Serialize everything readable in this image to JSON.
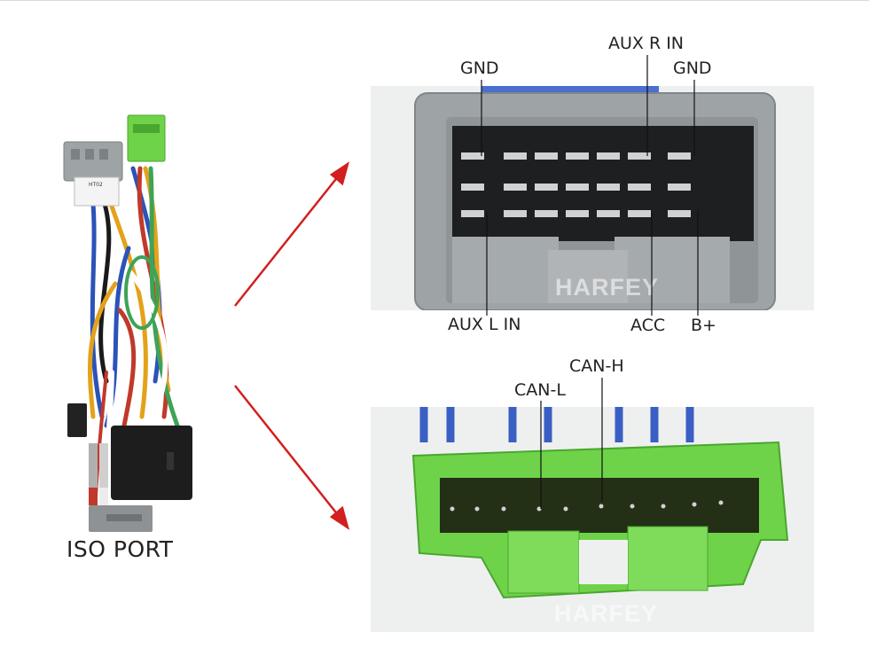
{
  "harness": {
    "caption": "ISO PORT",
    "tag_text": "HT02"
  },
  "gray_connector": {
    "watermark": "HARFEY",
    "top_labels": [
      {
        "text": "GND"
      },
      {
        "text": "AUX R IN"
      },
      {
        "text": "GND"
      }
    ],
    "bottom_labels": [
      {
        "text": "AUX L IN"
      },
      {
        "text": "ACC"
      },
      {
        "text": "B+"
      }
    ]
  },
  "green_connector": {
    "watermark": "HARFEY",
    "labels": [
      {
        "text": "CAN-H"
      },
      {
        "text": "CAN-L"
      }
    ]
  },
  "colors": {
    "arrow": "#d21f1f",
    "gray_housing": "#9ea3a6",
    "green_housing": "#6fd34a",
    "photo_bg": "#eef0f0"
  }
}
